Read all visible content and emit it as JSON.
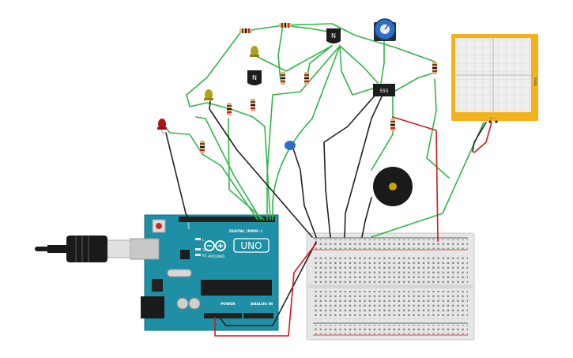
{
  "arduino": {
    "board_name": "UNO",
    "brand": "ARDUINO",
    "digital_label": "DIGITAL (PWM~)",
    "power_label": "POWER",
    "analog_label": "ANALOG IN",
    "aref_label": "AREF",
    "gnd_label": "GND",
    "led_l_label": "L",
    "led_tx_label": "TX",
    "led_rx_label": "RX"
  },
  "components": {
    "transistor_label": "N",
    "timer_label": "555",
    "meter_label": "Volts",
    "meter_probe_label": "+ −"
  },
  "colors": {
    "arduino_teal": "#1f8fa5",
    "breadboard": "#e6e6e6",
    "wire_green": "#32b54a",
    "wire_black": "#222222",
    "wire_red": "#d01a1a",
    "meter_frame": "#f3b21b",
    "potentiometer_blue": "#2d6ec9"
  }
}
